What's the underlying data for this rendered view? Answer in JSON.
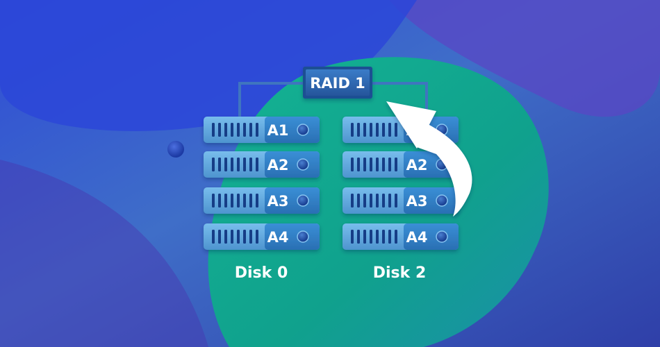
{
  "diagram": {
    "raid_label": "RAID 1",
    "disks": [
      {
        "label": "Disk 0",
        "slots": [
          "A1",
          "A2",
          "A3",
          "A4"
        ]
      },
      {
        "label": "Disk 2",
        "slots": [
          "A1",
          "A2",
          "A3",
          "A4"
        ]
      }
    ]
  },
  "colors": {
    "background_blue": "#3a4fc8",
    "background_purple": "#5b3fb3",
    "blob_green": "#13a890",
    "drive_body": "#5fa8dc",
    "drive_panel": "#2f7fc6",
    "raid_box": "#2e67b1",
    "connector": "#3f75bf",
    "arrow": "#ffffff"
  },
  "icons": {
    "arrow": "curved-arrow-icon",
    "led": "drive-led-icon",
    "vent": "drive-vent-icon"
  }
}
